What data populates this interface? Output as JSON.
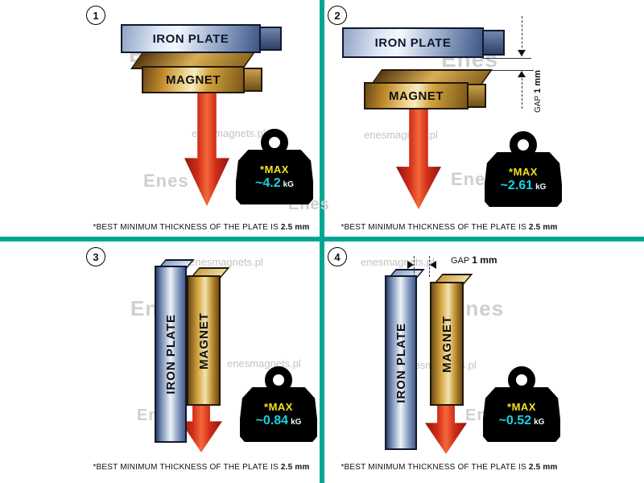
{
  "colors": {
    "divider": "#00a693",
    "arrow": "#d12d17",
    "weight_max": "#f2e21c",
    "weight_value": "#19d3e0"
  },
  "watermark": {
    "site": "enesmagnets.pl",
    "logo": "Enes"
  },
  "panels": [
    {
      "number": "1",
      "plate_label": "IRON PLATE",
      "magnet_label": "MAGNET",
      "weight": {
        "max": "*MAX",
        "value": "~4.2",
        "unit": "kG"
      },
      "caption": {
        "text": "*BEST MINIMUM THICKNESS OF THE PLATE IS",
        "bold": "2.5 mm"
      }
    },
    {
      "number": "2",
      "plate_label": "IRON PLATE",
      "magnet_label": "MAGNET",
      "gap": {
        "label": "GAP",
        "value": "1 mm"
      },
      "weight": {
        "max": "*MAX",
        "value": "~2.61",
        "unit": "kG"
      },
      "caption": {
        "text": "*BEST MINIMUM THICKNESS OF THE PLATE IS",
        "bold": "2.5 mm"
      }
    },
    {
      "number": "3",
      "plate_label": "IRON PLATE",
      "magnet_label": "MAGNET",
      "weight": {
        "max": "*MAX",
        "value": "~0.84",
        "unit": "kG"
      },
      "caption": {
        "text": "*BEST MINIMUM THICKNESS OF THE PLATE IS",
        "bold": "2.5 mm"
      }
    },
    {
      "number": "4",
      "plate_label": "IRON PLATE",
      "magnet_label": "MAGNET",
      "gap": {
        "label": "GAP",
        "value": "1 mm"
      },
      "weight": {
        "max": "*MAX",
        "value": "~0.52",
        "unit": "kG"
      },
      "caption": {
        "text": "*BEST MINIMUM THICKNESS OF THE PLATE IS",
        "bold": "2.5 mm"
      }
    }
  ]
}
